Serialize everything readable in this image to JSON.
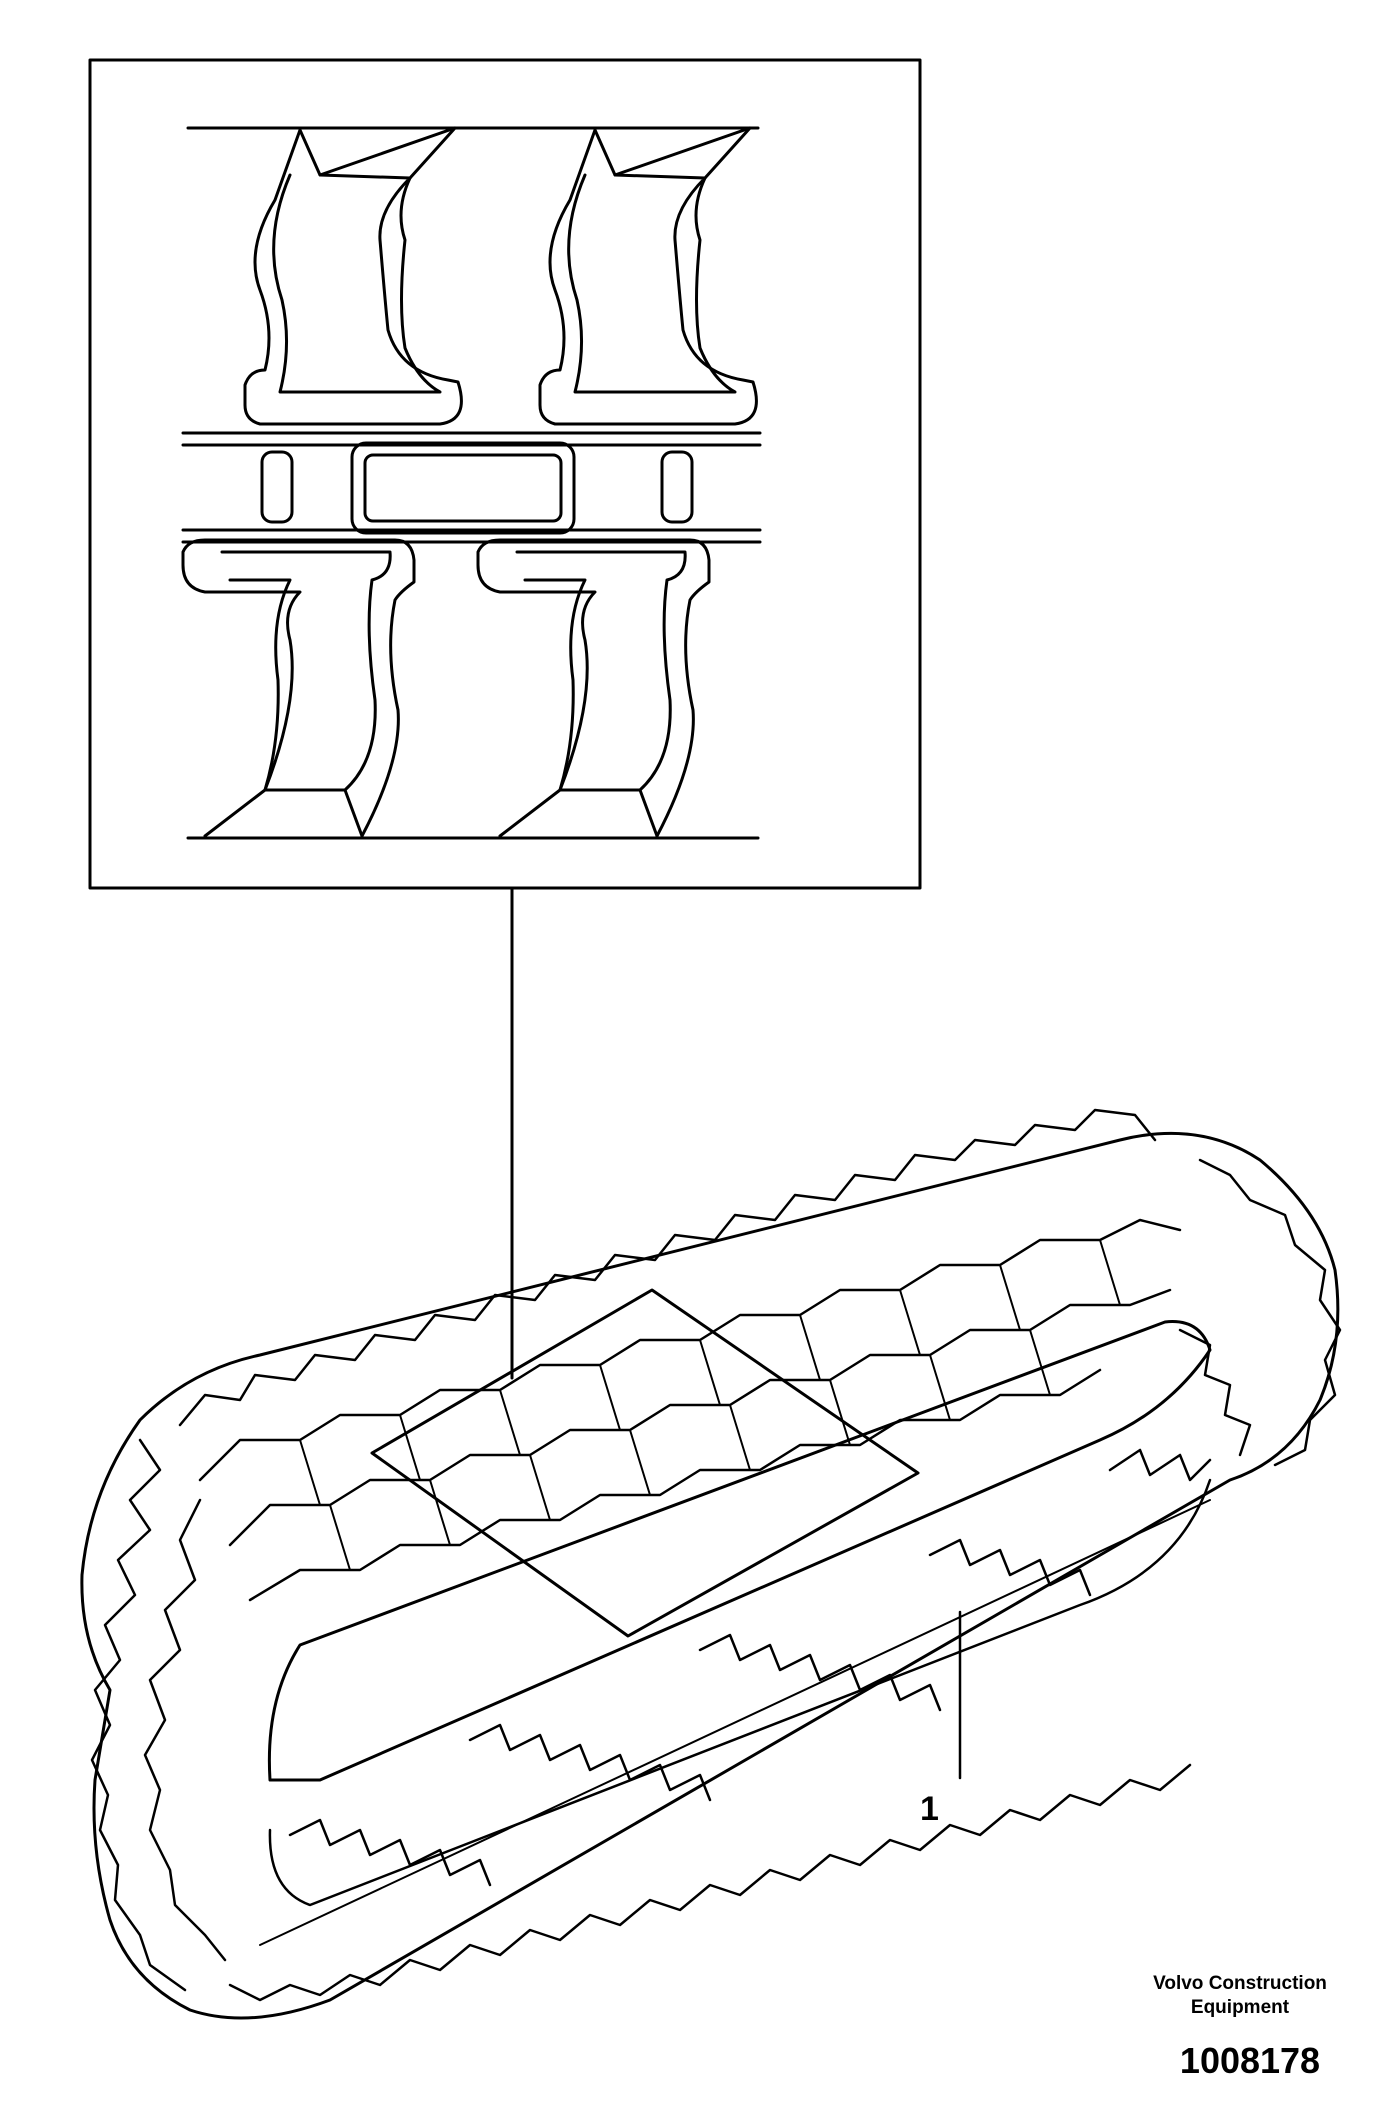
{
  "callouts": {
    "track_item": "1"
  },
  "publisher": {
    "line1": "Volvo Construction",
    "line2": "Equipment"
  },
  "figure": {
    "number": "1008178"
  },
  "colors": {
    "ink": "#000000",
    "paper": "#ffffff"
  }
}
